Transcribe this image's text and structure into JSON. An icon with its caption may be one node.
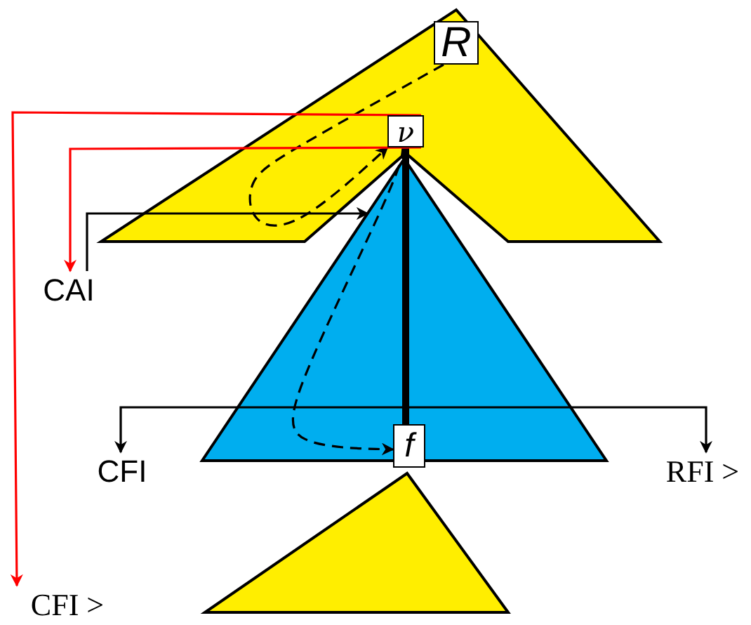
{
  "diagram": {
    "nodes": [
      {
        "text": [
          "R"
        ]
      },
      {
        "text": [
          "ν"
        ]
      },
      {
        "text": [
          "f"
        ]
      },
      {
        "text": [
          "CAI"
        ]
      },
      {
        "text": [
          "CFI"
        ]
      },
      {
        "text": [
          "RFI >"
        ]
      },
      {
        "text": [
          "CFI >"
        ]
      }
    ],
    "edges": [
      {
        "from": 0,
        "to": 1,
        "arrow": "to",
        "style": "dashed"
      },
      {
        "from": 1,
        "to": 2,
        "arrow": "to",
        "style": "dashed"
      },
      {
        "from": 1,
        "to": 2,
        "arrow": "none",
        "style": "thick"
      },
      {
        "from": 3,
        "to": null,
        "arrow": "to"
      },
      {
        "from": 1,
        "to": 3,
        "arrow": "to",
        "color": "#ff0000"
      },
      {
        "from": 1,
        "to": 6,
        "arrow": "to",
        "color": "#ff0000"
      },
      {
        "from": 2,
        "to": 4,
        "arrow": "to"
      },
      {
        "from": 2,
        "to": 5,
        "arrow": "to"
      }
    ]
  }
}
